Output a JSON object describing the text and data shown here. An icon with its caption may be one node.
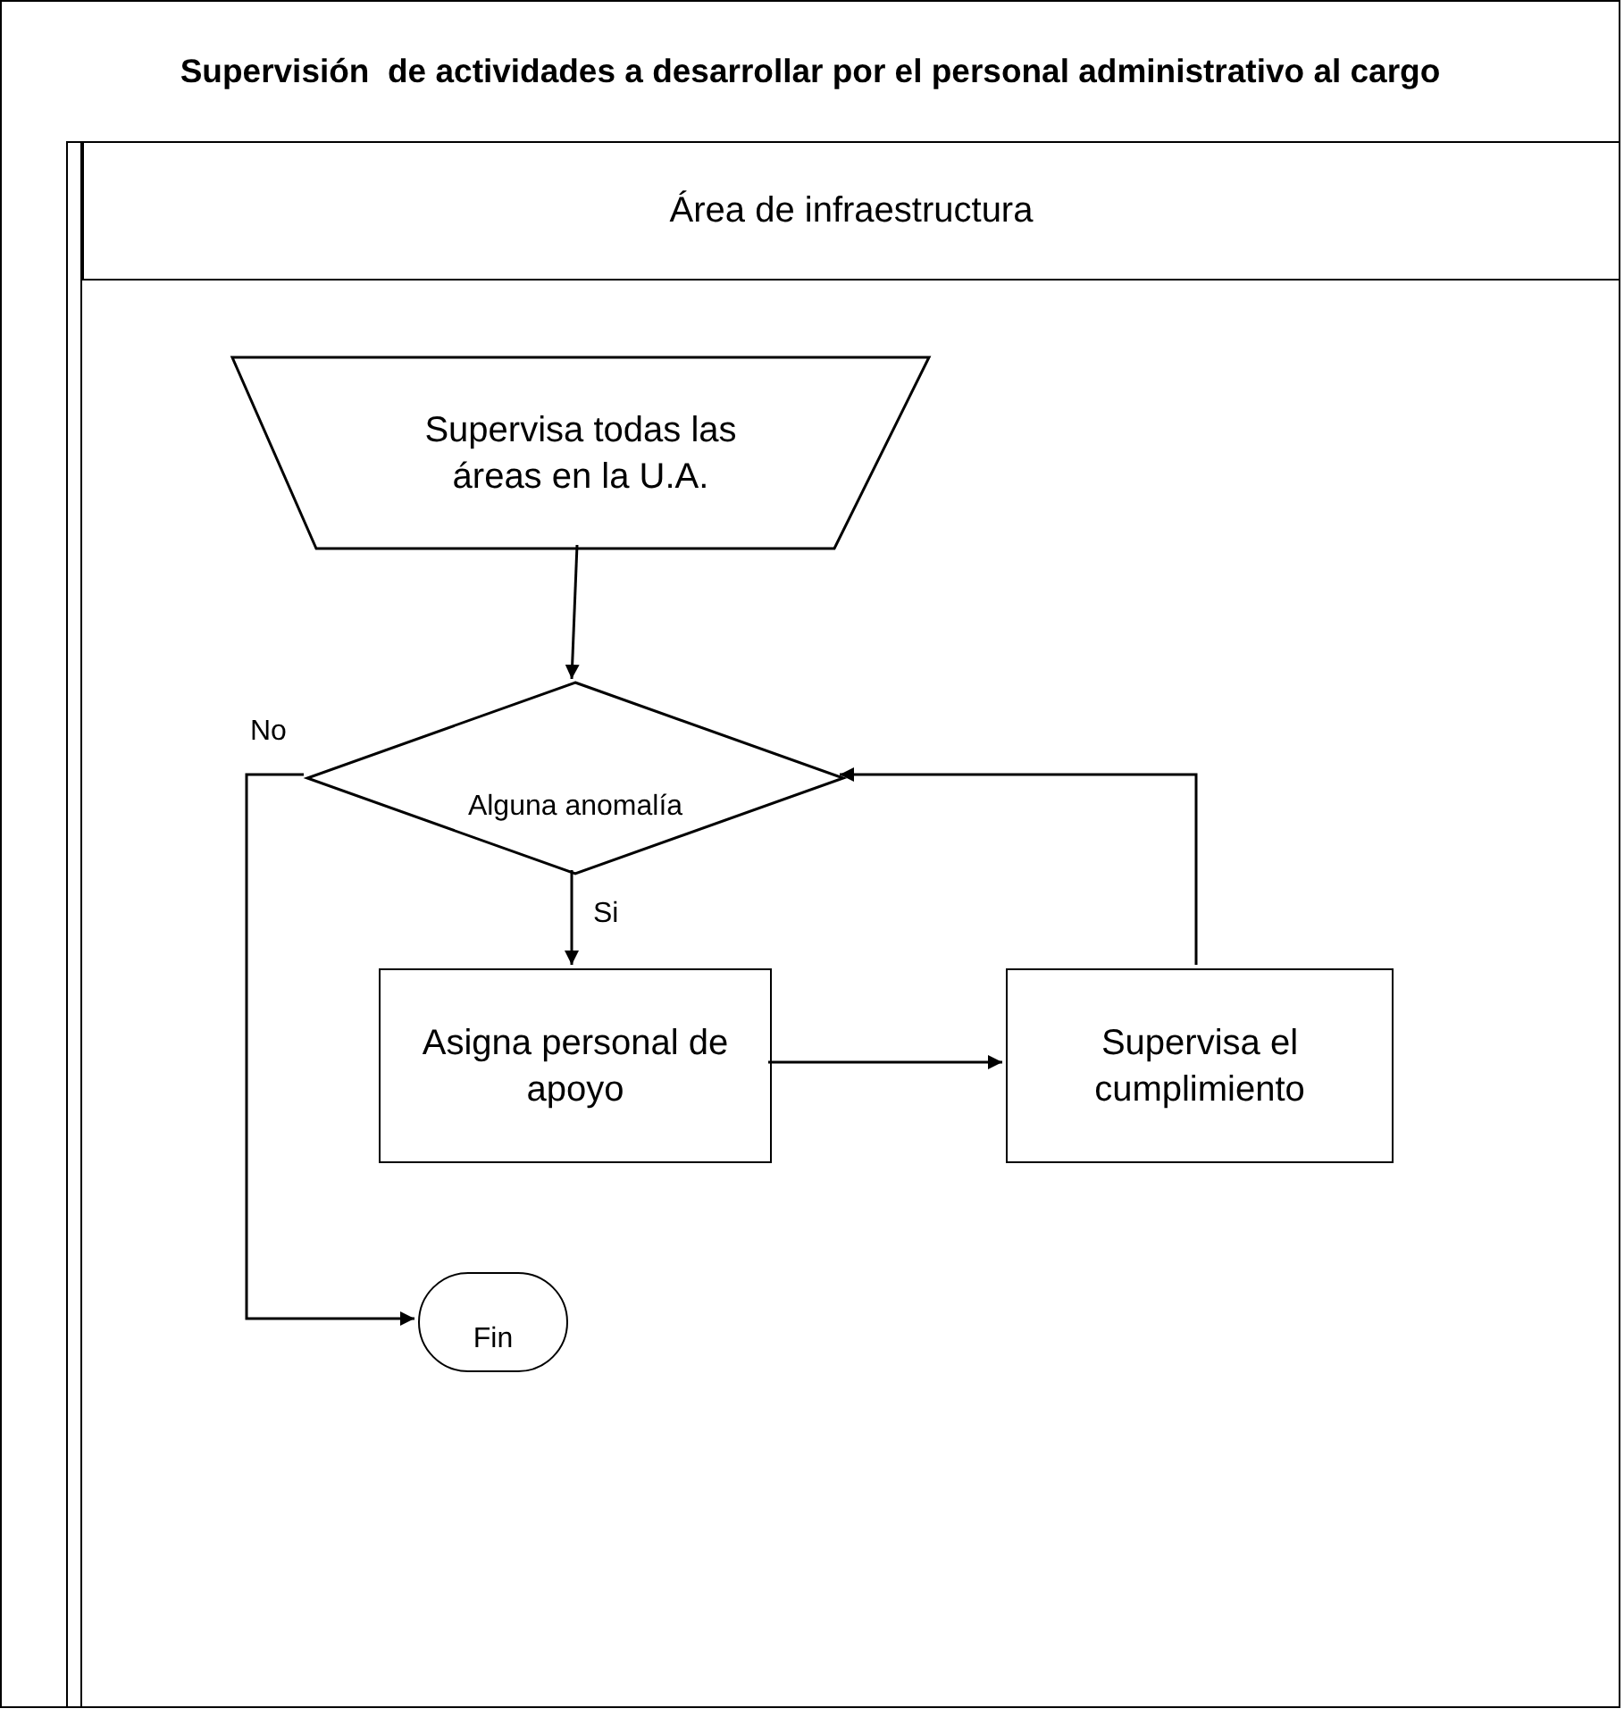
{
  "diagram": {
    "nodes": [
      {
        "text": [
          "Supervisión  de actividades a desarrollar por el personal administrativo al cargo"
        ]
      },
      {
        "text": [
          "Área de infraestructura"
        ],
        "in": 0
      },
      {
        "text": [
          "Supervisa todas las áreas en la U.A."
        ],
        "in": 1
      },
      {
        "text": [
          "Alguna anomalía"
        ],
        "in": 1
      },
      {
        "text": [
          "Asigna personal de apoyo"
        ],
        "in": 1
      },
      {
        "text": [
          "Supervisa el cumplimiento"
        ],
        "in": 1
      },
      {
        "text": [
          "Fin"
        ],
        "in": 1
      }
    ],
    "edges": [
      {
        "from": 2,
        "to": 3,
        "arrow": "to"
      },
      {
        "from": 3,
        "to": 4,
        "arrow": "to",
        "label": "Si"
      },
      {
        "from": 4,
        "to": 5,
        "arrow": "to"
      },
      {
        "from": 5,
        "to": 3,
        "arrow": "to"
      },
      {
        "from": 3,
        "to": 6,
        "arrow": "to",
        "label": "No"
      }
    ]
  }
}
